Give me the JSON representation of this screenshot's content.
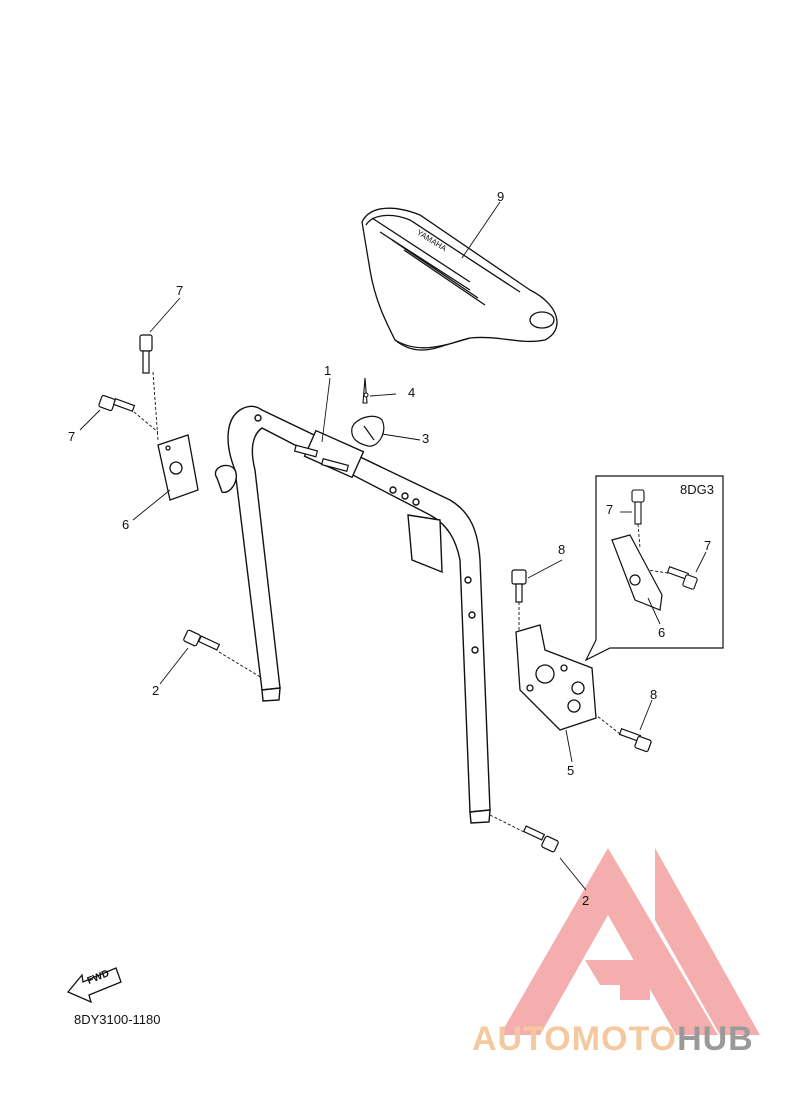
{
  "callouts": {
    "c1": "1",
    "c2a": "2",
    "c2b": "2",
    "c3": "3",
    "c4": "4",
    "c5": "5",
    "c6a": "6",
    "c6b": "6",
    "c7a": "7",
    "c7b": "7",
    "c7c": "7",
    "c7d": "7",
    "c8a": "8",
    "c8b": "8",
    "c9": "9"
  },
  "inset": {
    "label": "8DG3"
  },
  "fwd_label": "FWD",
  "seat_brand": "YAMAHA",
  "reference_code": "8DY3100-1180",
  "watermark": {
    "part1": "AUTOMOTO",
    "part2": "HUB",
    "color_logo": "#f3a0a0"
  }
}
